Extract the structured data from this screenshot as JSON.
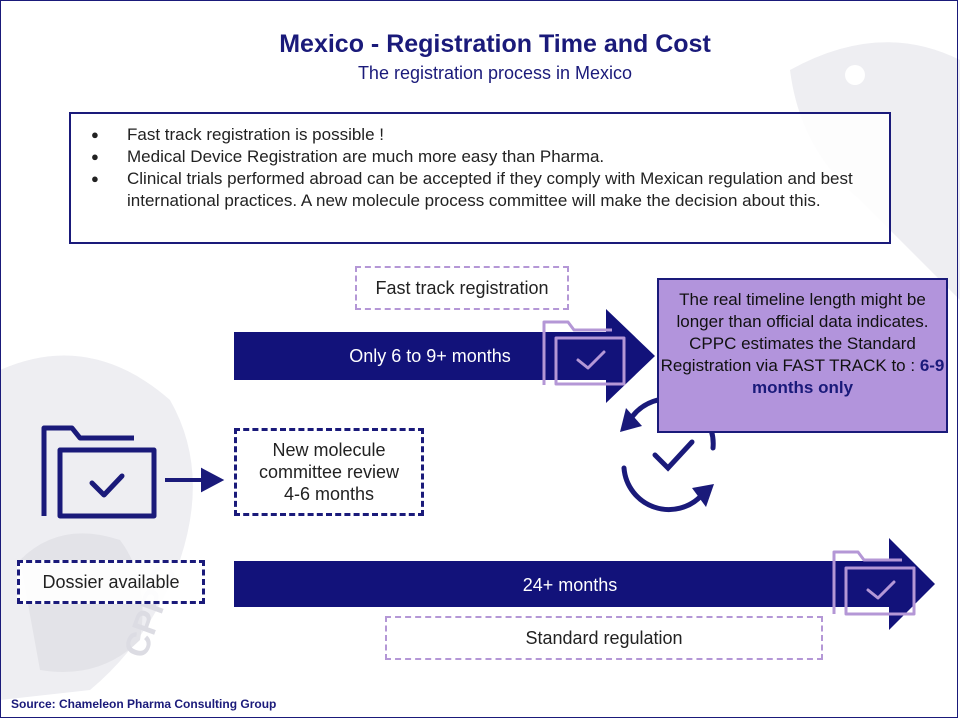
{
  "header": {
    "title": "Mexico - Registration Time and Cost",
    "subtitle": "The registration process in Mexico"
  },
  "bullets": [
    "Fast track registration is possible !",
    "Medical Device Registration are much more easy than Pharma.",
    "Clinical trials performed abroad can be accepted if they comply with Mexican regulation and best international practices. A new molecule process committee will make the decision about this."
  ],
  "fast_track": {
    "label": "Fast track registration",
    "duration": "Only 6 to 9+ months"
  },
  "note": {
    "line1": "The real timeline length might be longer than official data indicates.",
    "line2": "CPPC estimates the Standard Registration via FAST TRACK to : ",
    "highlight": "6-9 months only"
  },
  "committee": {
    "line1": "New molecule",
    "line2": "committee review",
    "line3": "4-6 months"
  },
  "standard": {
    "start_label": "Dossier available",
    "duration": "24+ months",
    "label": "Standard regulation"
  },
  "footer": {
    "source": "Source:  Chameleon Pharma Consulting Group"
  },
  "watermark": {
    "text": "CPPC"
  },
  "colors": {
    "navy": "#12127a",
    "purple": "#b294dc",
    "purple_dash": "#b497d6",
    "watermark": "#e6e6ea"
  },
  "icons": [
    "folder-check-icon",
    "right-arrow-icon",
    "circular-check-icon"
  ]
}
